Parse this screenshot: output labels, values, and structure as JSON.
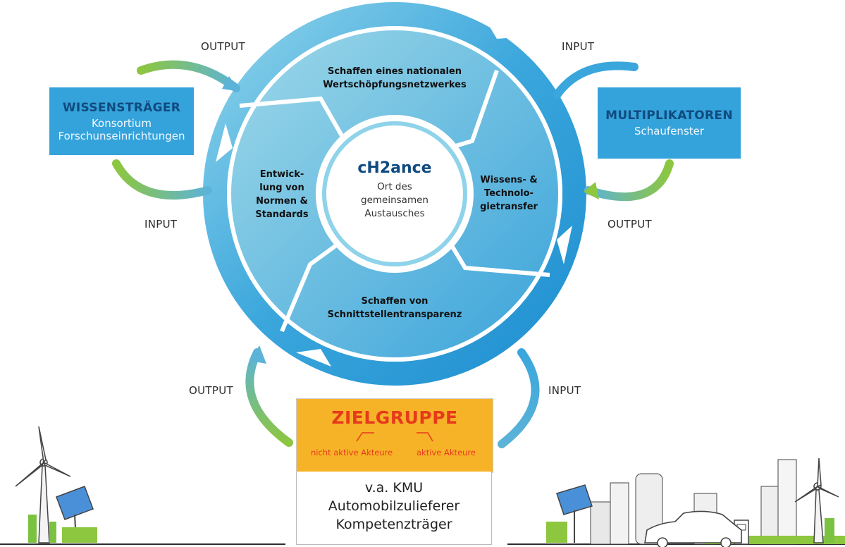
{
  "cycle": {
    "center_title": "cH2ance",
    "center_subtitle_lines": [
      "Ort des",
      "gemeinsamen",
      "Austausches"
    ],
    "segments": {
      "top": [
        "Schaffen eines nationalen",
        "Wertschöpfungsnetzwerkes"
      ],
      "right": [
        "Wissens- &",
        "Technolo-",
        "gietransfer"
      ],
      "bottom": [
        "Schaffen von",
        "Schnittstellentransparenz"
      ],
      "left": [
        "Entwick-",
        "lung von",
        "Normen &",
        "Standards"
      ]
    }
  },
  "left_box": {
    "title": "WISSENSTRÄGER",
    "line1": "Konsortium",
    "line2": "Forschunseinrichtungen"
  },
  "right_box": {
    "title": "MULTIPLIKATOREN",
    "line1": "Schaufenster"
  },
  "target_group": {
    "title": "ZIELGRUPPE",
    "inactive": "nicht aktive Akteure",
    "active": "aktive Akteure",
    "lines": [
      "v.a. KMU",
      "Automobilzulieferer",
      "Kompetenzträger"
    ]
  },
  "flow_labels": {
    "left_top": "OUTPUT",
    "left_bottom": "INPUT",
    "right_top": "INPUT",
    "right_bottom": "OUTPUT",
    "bottom_left": "OUTPUT",
    "bottom_right": "INPUT"
  },
  "colors": {
    "ring_blue": "#35a3db",
    "segment_teal": "#8ccfe0",
    "arrow_green": "#8dc63f",
    "target_orange": "#f7b327",
    "target_red": "#e63a1c",
    "title_navy": "#104a7f"
  }
}
